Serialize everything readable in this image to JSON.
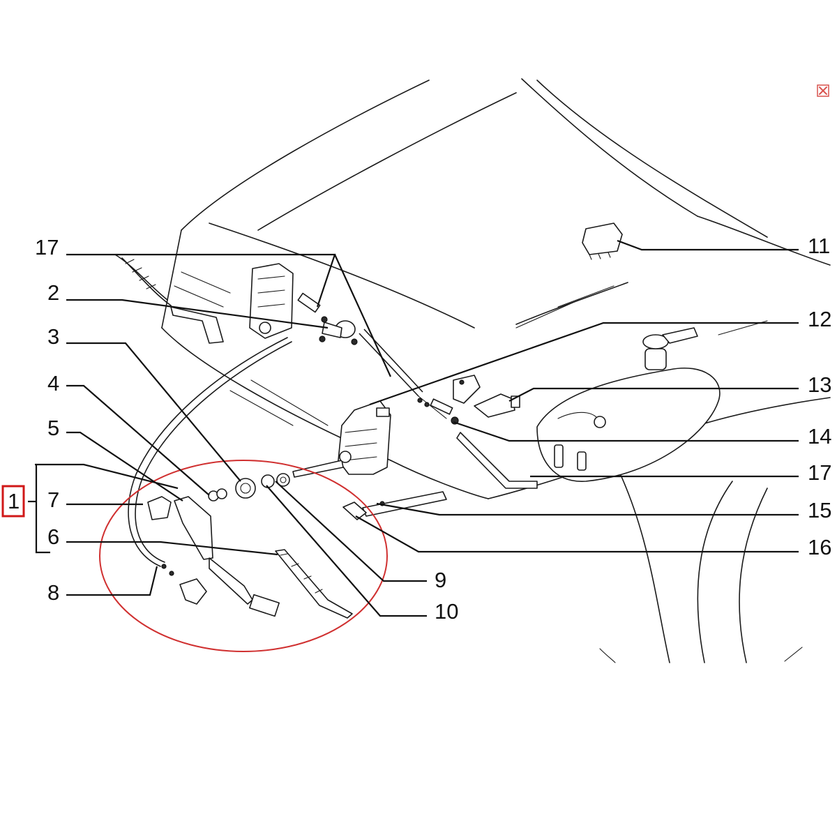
{
  "diagram": {
    "callouts": {
      "c1": "1",
      "c2": "2",
      "c3": "3",
      "c4": "4",
      "c5": "5",
      "c6": "6",
      "c7": "7",
      "c8": "8",
      "c9": "9",
      "c10": "10",
      "c11": "11",
      "c12": "12",
      "c13": "13",
      "c14": "14",
      "c15": "15",
      "c16": "16",
      "c17_left": "17",
      "c17_right": "17"
    },
    "highlight_color": "#d03030",
    "selected_callout": "1"
  },
  "icons": {
    "close": "close-icon"
  }
}
